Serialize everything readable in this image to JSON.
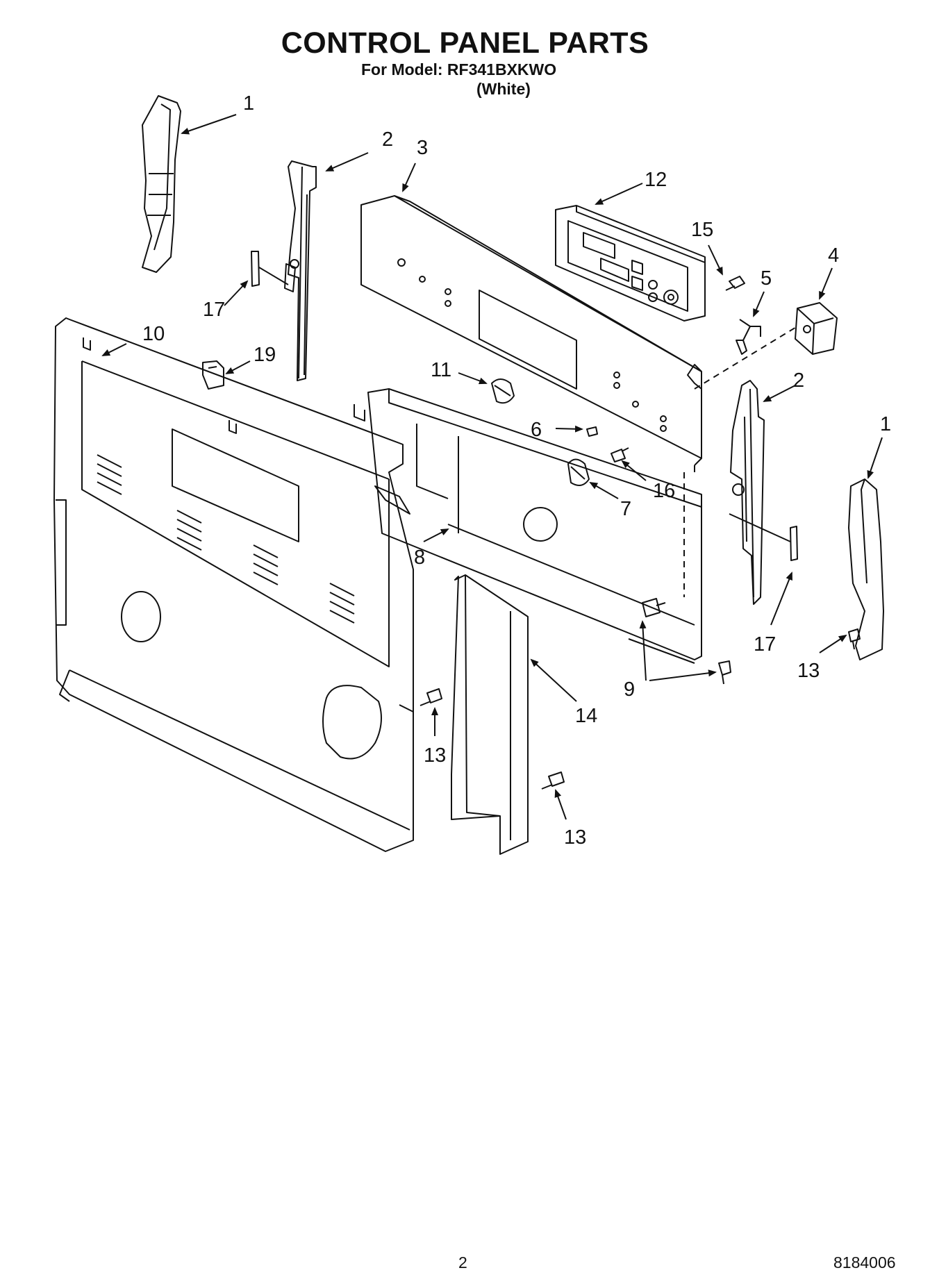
{
  "header": {
    "title": "CONTROL PANEL PARTS",
    "model_line": "For Model: RF341BXKWO",
    "variant": "(White)"
  },
  "footer": {
    "page_number": "2",
    "doc_number": "8184006"
  },
  "callouts": {
    "c1a": "1",
    "c1b": "1",
    "c2a": "2",
    "c2b": "2",
    "c3": "3",
    "c4": "4",
    "c5": "5",
    "c6": "6",
    "c7": "7",
    "c8": "8",
    "c9": "9",
    "c10": "10",
    "c11": "11",
    "c12": "12",
    "c13a": "13",
    "c13b": "13",
    "c13c": "13",
    "c14": "14",
    "c15": "15",
    "c16": "16",
    "c17a": "17",
    "c17b": "17",
    "c19": "19"
  },
  "colors": {
    "line": "#111111",
    "background": "#ffffff"
  }
}
